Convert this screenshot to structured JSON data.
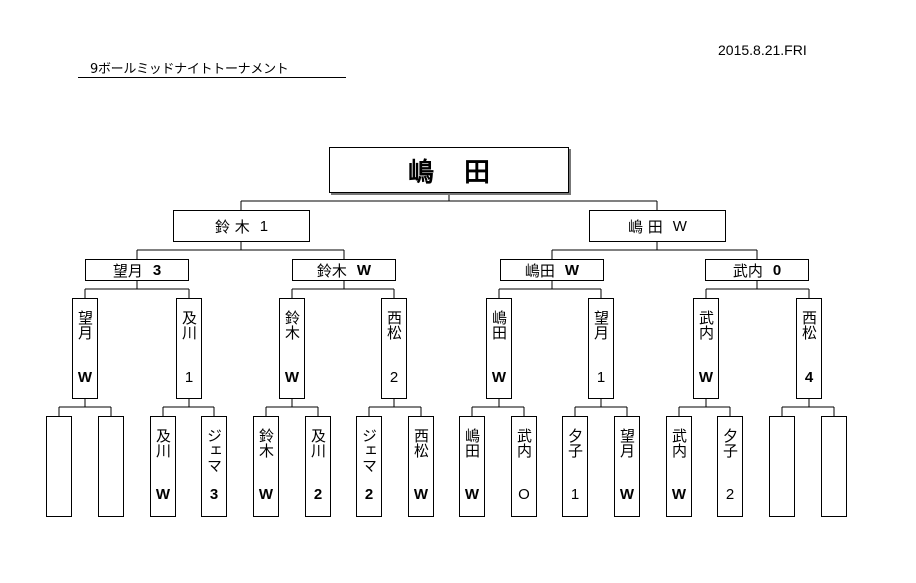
{
  "header": {
    "title": "9ボールミッドナイトトーナメント",
    "date": "2015.8.21.FRI"
  },
  "champion": "嶋田",
  "semifinal": [
    {
      "name": "鈴 木",
      "result": "1"
    },
    {
      "name": "嶋 田",
      "result": "W"
    }
  ],
  "quarterfinal": [
    {
      "name": "望月",
      "result": "3"
    },
    {
      "name": "鈴木",
      "result": "W"
    },
    {
      "name": "嶋田",
      "result": "W"
    },
    {
      "name": "武内",
      "result": "0"
    }
  ],
  "round16": [
    {
      "name": "望月",
      "result": "W"
    },
    {
      "name": "及川",
      "result": "1"
    },
    {
      "name": "鈴木",
      "result": "W"
    },
    {
      "name": "西松",
      "result": "2"
    },
    {
      "name": "嶋田",
      "result": "W"
    },
    {
      "name": "望月",
      "result": "1"
    },
    {
      "name": "武内",
      "result": "W"
    },
    {
      "name": "西松",
      "result": "4"
    }
  ],
  "round32": [
    {
      "name": "",
      "result": ""
    },
    {
      "name": "",
      "result": ""
    },
    {
      "name": "及川",
      "result": "W"
    },
    {
      "name": "ジェマ",
      "result": "3"
    },
    {
      "name": "鈴木",
      "result": "W"
    },
    {
      "name": "及川",
      "result": "2"
    },
    {
      "name": "ジェマ",
      "result": "2"
    },
    {
      "name": "西松",
      "result": "W"
    },
    {
      "name": "嶋田",
      "result": "W"
    },
    {
      "name": "武内",
      "result": "O"
    },
    {
      "name": "夕子",
      "result": "1"
    },
    {
      "name": "望月",
      "result": "W"
    },
    {
      "name": "武内",
      "result": "W"
    },
    {
      "name": "夕子",
      "result": "2"
    },
    {
      "name": "",
      "result": ""
    },
    {
      "name": "",
      "result": ""
    }
  ]
}
